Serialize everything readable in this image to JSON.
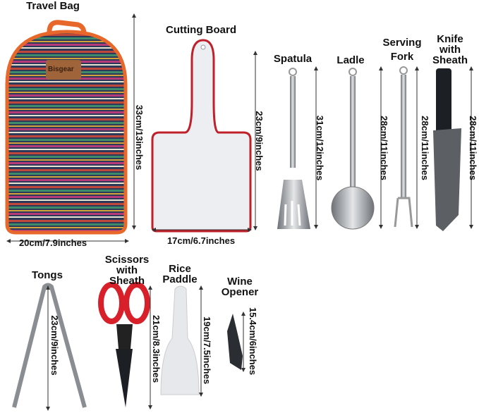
{
  "items": [
    {
      "name": "Travel Bag",
      "height": "33cm/13inches",
      "width": "20cm/7.9inches",
      "brand": "Bisgear"
    },
    {
      "name": "Cutting Board",
      "height": "23cm/9inches",
      "width": "17cm/6.7inches"
    },
    {
      "name": "Spatula",
      "height": "31cm/12inches"
    },
    {
      "name": "Ladle",
      "height": "28cm/11inches"
    },
    {
      "name_lines": [
        "Serving",
        "Fork"
      ],
      "height": "28cm/11inches"
    },
    {
      "name_lines": [
        "Knife",
        "with",
        "Sheath"
      ],
      "height": "28cm/11inches"
    },
    {
      "name": "Tongs",
      "height": "23cm/9inches"
    },
    {
      "name_lines": [
        "Scissors",
        "with",
        "Sheath"
      ],
      "height": "21cm/8.3inches"
    },
    {
      "name_lines": [
        "Rice",
        "Paddle"
      ],
      "height": "19cm/7.5inches"
    },
    {
      "name_lines": [
        "Wine",
        "Opener"
      ],
      "height": "15.4cm/6inches"
    }
  ],
  "colors": {
    "bag_trim": "#e8672a",
    "board_edge": "#c0202a",
    "scissor_red": "#d8202a",
    "steel": "#9a9ea3"
  }
}
